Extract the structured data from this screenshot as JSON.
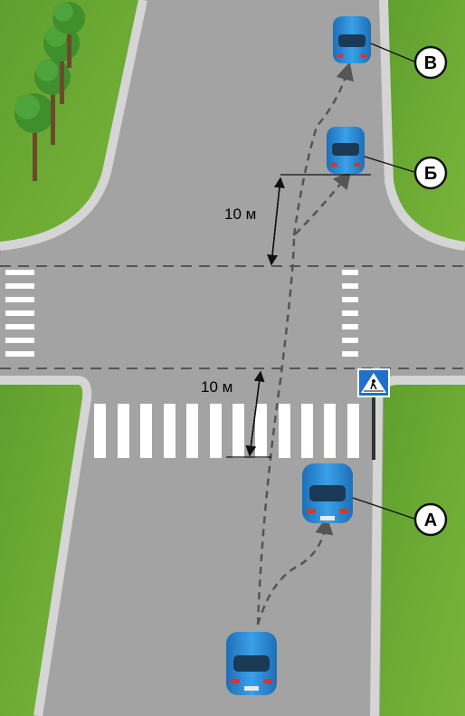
{
  "measurements": {
    "distance_top": "10 м",
    "distance_bottom": "10 м"
  },
  "markers": {
    "a": "А",
    "b": "Б",
    "v": "В"
  },
  "colors": {
    "grass": "#6aa533",
    "grass_dark": "#5a9a2c",
    "road": "#a0a0a0",
    "curb": "#cfcfcf",
    "car_body": "#2f8fd8",
    "sign_blue": "#1f6fcf"
  },
  "icons": {
    "pedestrian_sign": "pedestrian-crossing-sign-icon"
  }
}
